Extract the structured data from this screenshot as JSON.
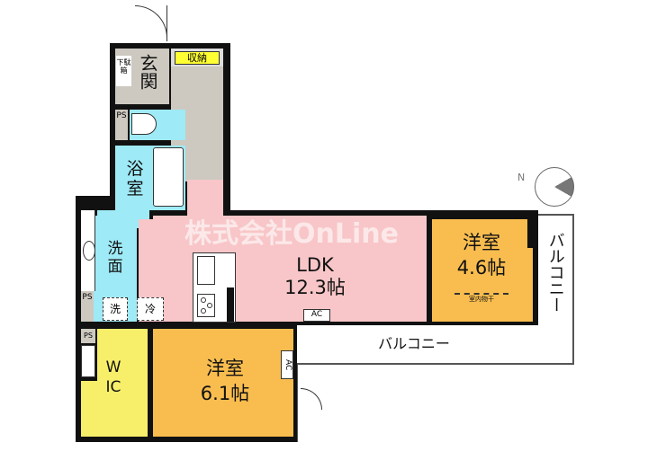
{
  "rooms": {
    "genkan": "玄関",
    "storage": "収納",
    "shoe_box": "下駄箱",
    "bath": "浴室",
    "washroom": "洗面",
    "ldk_name": "LDK",
    "ldk_size": "12.3帖",
    "western1_name": "洋室",
    "western1_size": "4.6帖",
    "indoor_drying": "室内物干",
    "western2_name": "洋室",
    "western2_size": "6.1帖",
    "wic": "WIC",
    "balcony_side": "バルコニー",
    "balcony_bottom": "バルコニー"
  },
  "fixtures": {
    "ps": "PS",
    "ac": "AC",
    "washer": "洗",
    "fridge": "冷"
  },
  "compass": {
    "label": "N"
  },
  "watermark": "株式会社OnLine",
  "colors": {
    "ldk": "#f8c6c8",
    "western": "#f9bd4f",
    "wet": "#9eeaf6",
    "genkan": "#cdc9c0",
    "wic": "#f7ee6a",
    "storage": "#ffff33"
  }
}
